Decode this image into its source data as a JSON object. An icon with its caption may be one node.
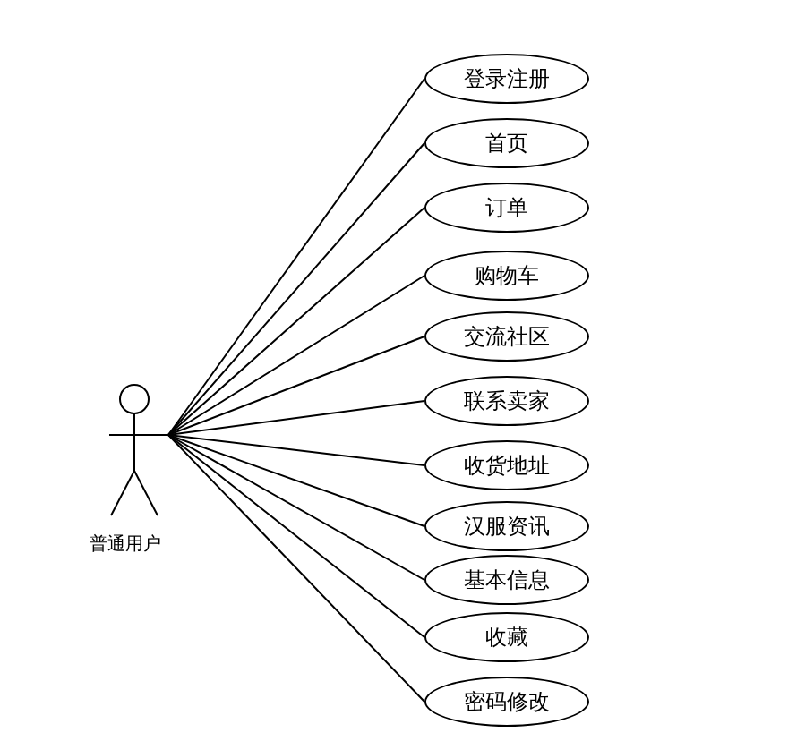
{
  "diagram": {
    "nodes": [
      {
        "text": [
          "普通用户"
        ]
      },
      {
        "text": [
          "登录注册"
        ]
      },
      {
        "text": [
          "首页"
        ]
      },
      {
        "text": [
          "订单"
        ]
      },
      {
        "text": [
          "购物车"
        ]
      },
      {
        "text": [
          "交流社区"
        ]
      },
      {
        "text": [
          "联系卖家"
        ]
      },
      {
        "text": [
          "收货地址"
        ]
      },
      {
        "text": [
          "汉服资讯"
        ]
      },
      {
        "text": [
          "基本信息"
        ]
      },
      {
        "text": [
          "收藏"
        ]
      },
      {
        "text": [
          "密码修改"
        ]
      }
    ],
    "edges": [
      {
        "from": 0,
        "to": 1,
        "arrow": "none"
      },
      {
        "from": 0,
        "to": 2,
        "arrow": "none"
      },
      {
        "from": 0,
        "to": 3,
        "arrow": "none"
      },
      {
        "from": 0,
        "to": 4,
        "arrow": "none"
      },
      {
        "from": 0,
        "to": 5,
        "arrow": "none"
      },
      {
        "from": 0,
        "to": 6,
        "arrow": "none"
      },
      {
        "from": 0,
        "to": 7,
        "arrow": "none"
      },
      {
        "from": 0,
        "to": 8,
        "arrow": "none"
      },
      {
        "from": 0,
        "to": 9,
        "arrow": "none"
      },
      {
        "from": 0,
        "to": 10,
        "arrow": "none"
      },
      {
        "from": 0,
        "to": 11,
        "arrow": "none"
      }
    ]
  }
}
